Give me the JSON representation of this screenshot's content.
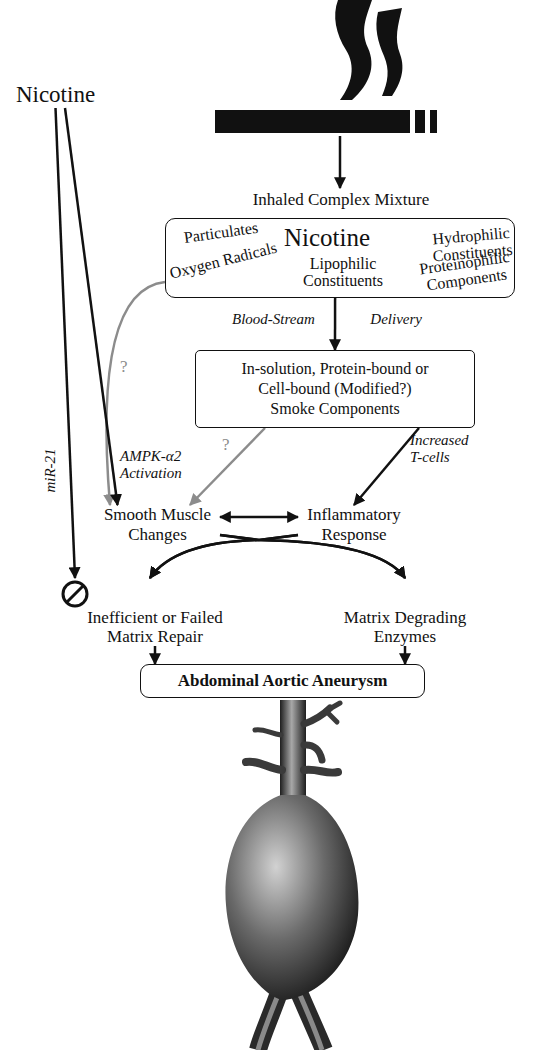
{
  "diagram": {
    "nodes": [
      {
        "text": [
          "Nicotine"
        ]
      },
      {
        "text": [
          "Inhaled Complex Mixture",
          "Particulates",
          "Nicotine",
          "Hydrophilic Constituents",
          "Oxygen Radicals",
          "Lipophilic Constituents",
          "Proteinophilic Components"
        ]
      },
      {
        "text": [
          "In-solution, Protein-bound or Cell-bound (Modified?) Smoke Components"
        ]
      },
      {
        "text": [
          "Smooth Muscle Changes"
        ]
      },
      {
        "text": [
          "Inflammatory Response"
        ]
      },
      {
        "text": [
          "Inefficient or Failed Matrix Repair"
        ]
      },
      {
        "text": [
          "Matrix Degrading Enzymes"
        ]
      },
      {
        "text": [
          "Abdominal Aortic Aneurysm"
        ]
      }
    ],
    "edges": [
      {
        "from": 1,
        "to": 2,
        "label": "Blood-Stream Delivery",
        "arrow": "to"
      },
      {
        "from": 1,
        "to": 3,
        "label": "?",
        "arrow": "to"
      },
      {
        "from": 0,
        "to": 3,
        "label": "AMPK-α2 Activation",
        "arrow": "to"
      },
      {
        "from": 0,
        "to": 5,
        "label": "miR-21",
        "arrow": "to"
      },
      {
        "from": 2,
        "to": 3,
        "label": "?",
        "arrow": "to"
      },
      {
        "from": 2,
        "to": 4,
        "label": "Increased T-cells",
        "arrow": "to"
      },
      {
        "from": 3,
        "to": 4,
        "arrow": "both"
      },
      {
        "from": 3,
        "to": 5,
        "arrow": "to"
      },
      {
        "from": 3,
        "to": 6,
        "arrow": "to"
      },
      {
        "from": 4,
        "to": 5,
        "arrow": "to"
      },
      {
        "from": 4,
        "to": 6,
        "arrow": "to"
      },
      {
        "from": 5,
        "to": 7,
        "arrow": "to"
      },
      {
        "from": 6,
        "to": 7,
        "arrow": "to"
      }
    ]
  }
}
